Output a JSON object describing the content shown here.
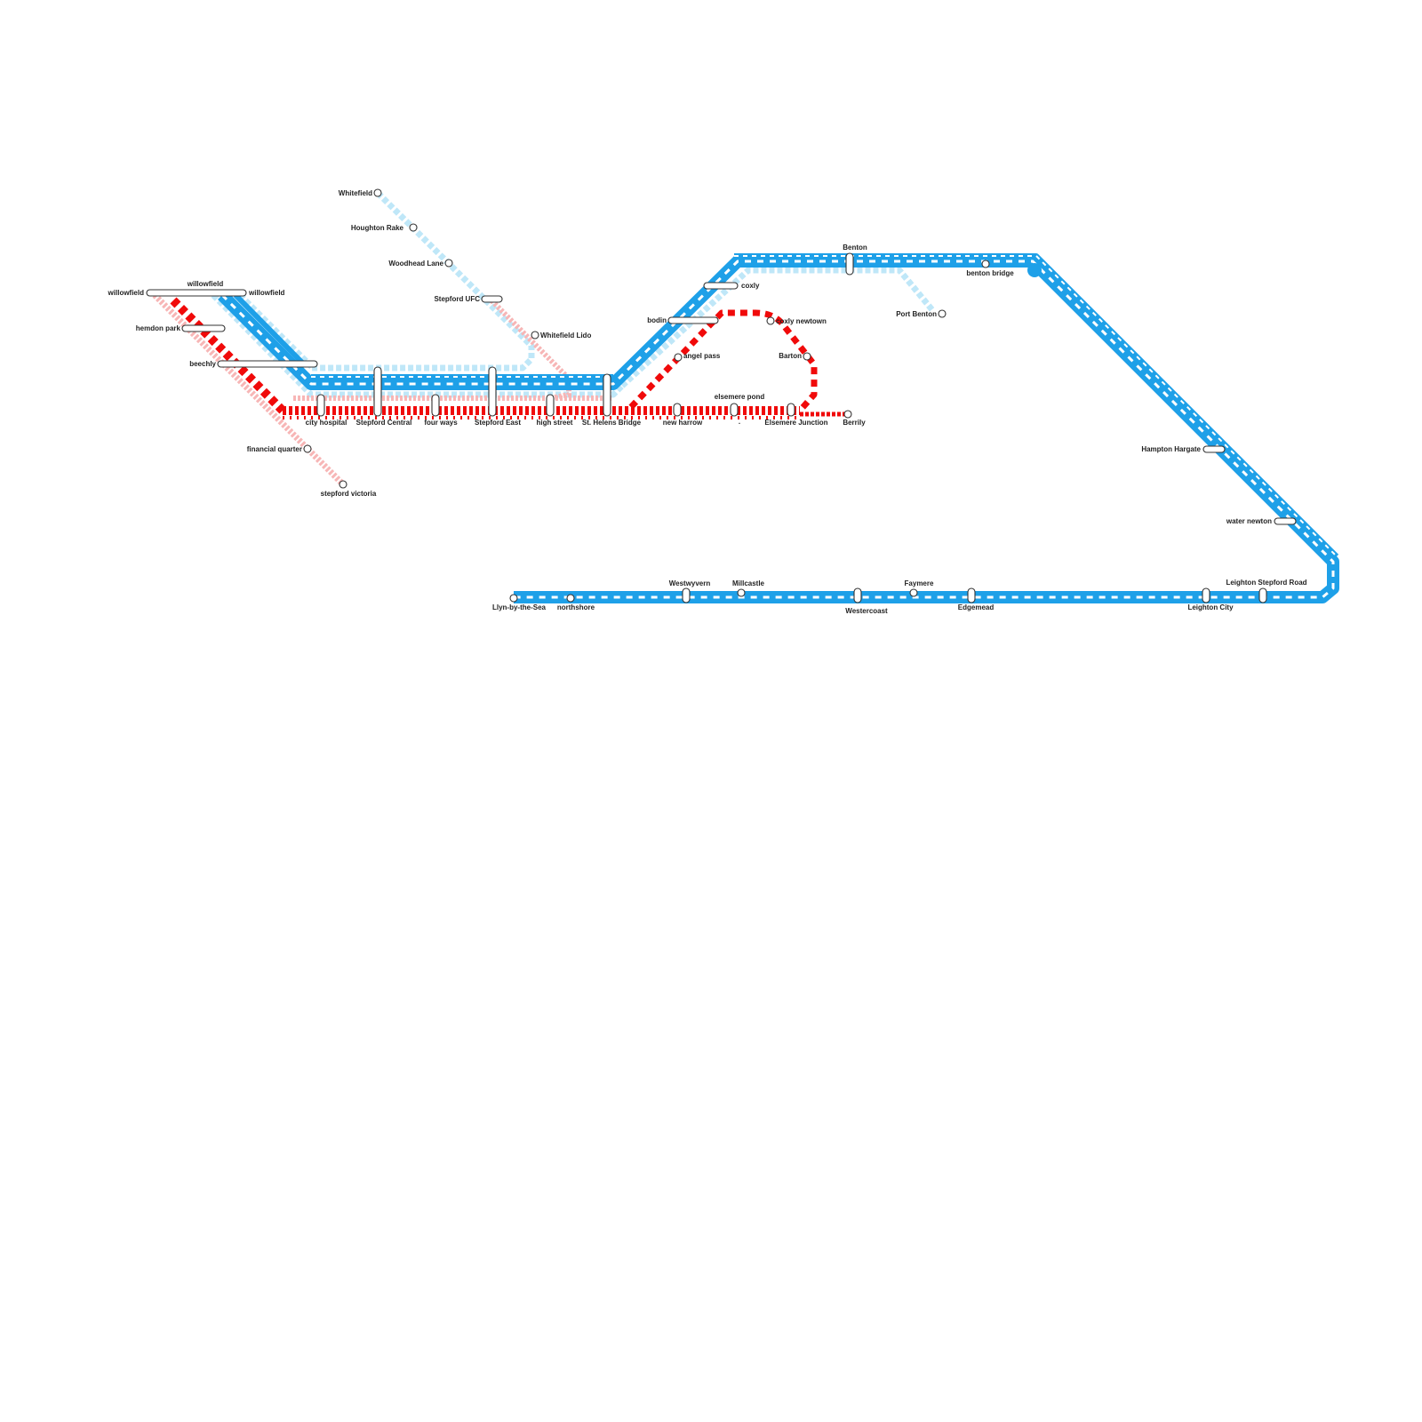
{
  "colors": {
    "blue": "#1ea0e8",
    "light_blue": "#bfe7f8",
    "red": "#f00a0a",
    "pink": "#f7b6b6",
    "white": "#ffffff"
  },
  "lines": [
    {
      "name": "blue-main",
      "color_key": "blue"
    },
    {
      "name": "light-blue",
      "color_key": "light_blue"
    },
    {
      "name": "red",
      "color_key": "red"
    },
    {
      "name": "pink",
      "color_key": "pink"
    }
  ],
  "stations": {
    "whitefield": "Whitefield",
    "houghton_rake": "Houghton Rake",
    "woodhead_lane": "Woodhead Lane",
    "stepford_ufc": "Stepford UFC",
    "whitefield_lido": "Whitefield Lido",
    "willowfield_a": "willowfield",
    "willowfield_b": "willowfield",
    "willowfield_c": "willowfield",
    "hemdon_park": "hemdon park",
    "beechly": "beechly",
    "city_hospital": "city hospital",
    "stepford_central": "Stepford Central",
    "four_ways": "four ways",
    "stepford_east": "Stepford East",
    "high_street": "high street",
    "st_helens_bridge": "St. Helens Bridge",
    "new_harrow": "new harrow",
    "elsemere_pond": "elsemere pond",
    "elsemere_junction": "Elsemere Junction",
    "berrily": "Berrily",
    "financial_quarter": "financial quarter",
    "stepford_victoria": "stepford victoria",
    "benton": "Benton",
    "benton_bridge": "benton bridge",
    "port_benton": "Port Benton",
    "coxly": "coxly",
    "bodin": "bodin",
    "coxly_newtown": "coxly newtown",
    "angel_pass": "angel pass",
    "barton": "Barton",
    "hampton_hargate": "Hampton Hargate",
    "water_newton": "water newton",
    "leighton_stepford_road": "Leighton Stepford Road",
    "leighton_city": "Leighton City",
    "edgemead": "Edgemead",
    "faymere": "Faymere",
    "westercoast": "Westercoast",
    "millcastle": "Millcastle",
    "westwyvern": "Westwyvern",
    "northshore": "northshore",
    "llyn_by_the_sea": "Llyn-by-the-Sea",
    "stray_dot": "."
  }
}
